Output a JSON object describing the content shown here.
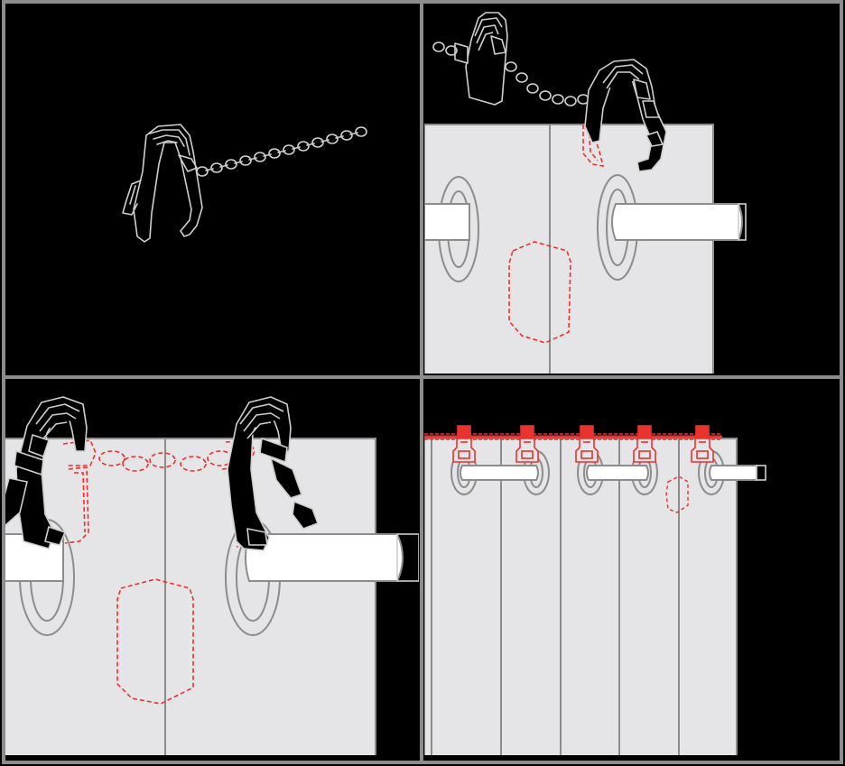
{
  "panels": [
    {
      "id": "panel-1",
      "name": "clip-with-chain"
    },
    {
      "id": "panel-2",
      "name": "clip-attached-to-curtain-top"
    },
    {
      "id": "panel-3",
      "name": "close-up-two-clips-with-chain"
    },
    {
      "id": "panel-4",
      "name": "row-of-clips-along-curtain"
    }
  ],
  "colors": {
    "background": "#000000",
    "frame": "#8c8c8c",
    "curtain_fill": "#e5e4e6",
    "curtain_line": "#8c8c8c",
    "rod_fill": "#ffffff",
    "line_art": "#cfcfcf",
    "accent_red": "#e8332f"
  }
}
